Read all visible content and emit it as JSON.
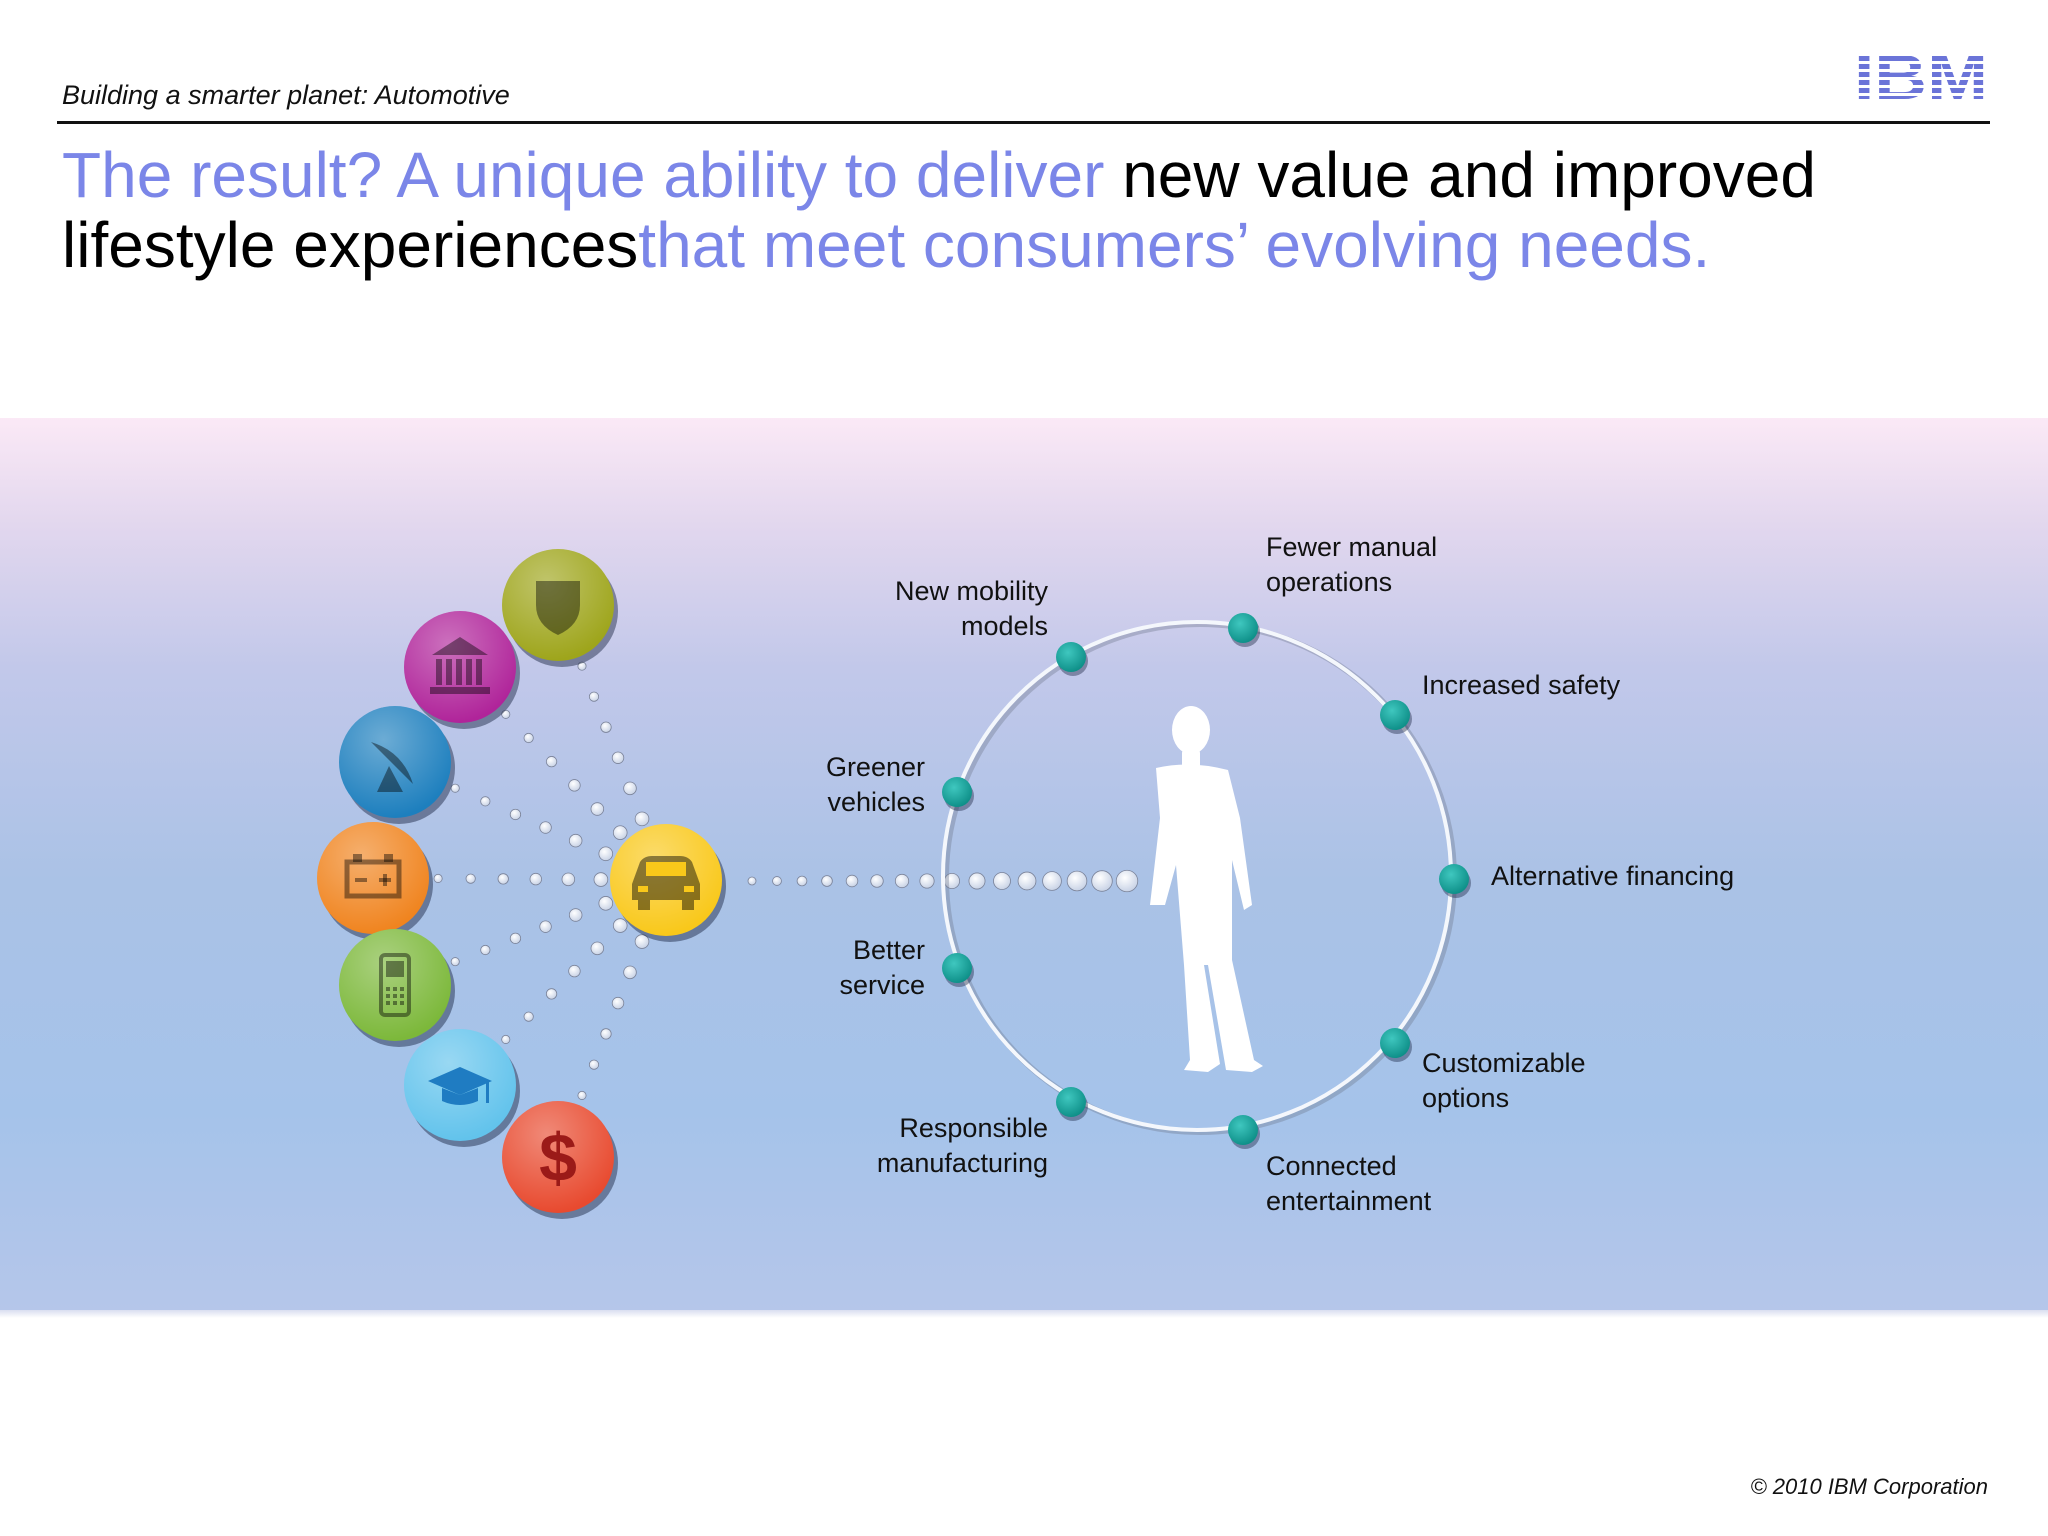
{
  "header": {
    "subtitle": "Building a smarter planet: Automotive",
    "logo_text": "IBM"
  },
  "headline": {
    "part1": "The result? A unique ability to deliver ",
    "part2": "new value and improved lifestyle experiences",
    "part3": "that meet consumers’ evolving needs."
  },
  "colors": {
    "headline_accent": "#7b86e8",
    "node_teal": "#14a19a",
    "ibm_blue": "#6b74d8"
  },
  "sources": [
    {
      "name": "security",
      "icon": "shield-icon",
      "color": "#9ea51b"
    },
    {
      "name": "government",
      "icon": "government-building-icon",
      "color": "#b0249a"
    },
    {
      "name": "satellite",
      "icon": "satellite-dish-icon",
      "color": "#1d7fbe"
    },
    {
      "name": "energy",
      "icon": "battery-icon",
      "color": "#f0841f"
    },
    {
      "name": "mobile",
      "icon": "mobile-phone-icon",
      "color": "#7cb83a"
    },
    {
      "name": "education",
      "icon": "graduation-cap-icon",
      "color": "#62c3ec"
    },
    {
      "name": "finance",
      "icon": "dollar-icon",
      "color": "#e84a2f"
    }
  ],
  "hub": {
    "icon": "car-icon",
    "color": "#f9c81a"
  },
  "center": {
    "icon": "person-silhouette-icon"
  },
  "benefits": {
    "new_mobility": "New mobility\nmodels",
    "fewer_manual": "Fewer manual\noperations",
    "increased_safety": "Increased safety",
    "greener_vehicles": "Greener\nvehicles",
    "alternative_financing": "Alternative financing",
    "better_service": "Better\nservice",
    "customizable_options": "Customizable\noptions",
    "responsible_manufacturing": "Responsible\nmanufacturing",
    "connected_entertainment": "Connected\nentertainment"
  },
  "footer": {
    "copyright": "© 2010 IBM Corporation"
  }
}
